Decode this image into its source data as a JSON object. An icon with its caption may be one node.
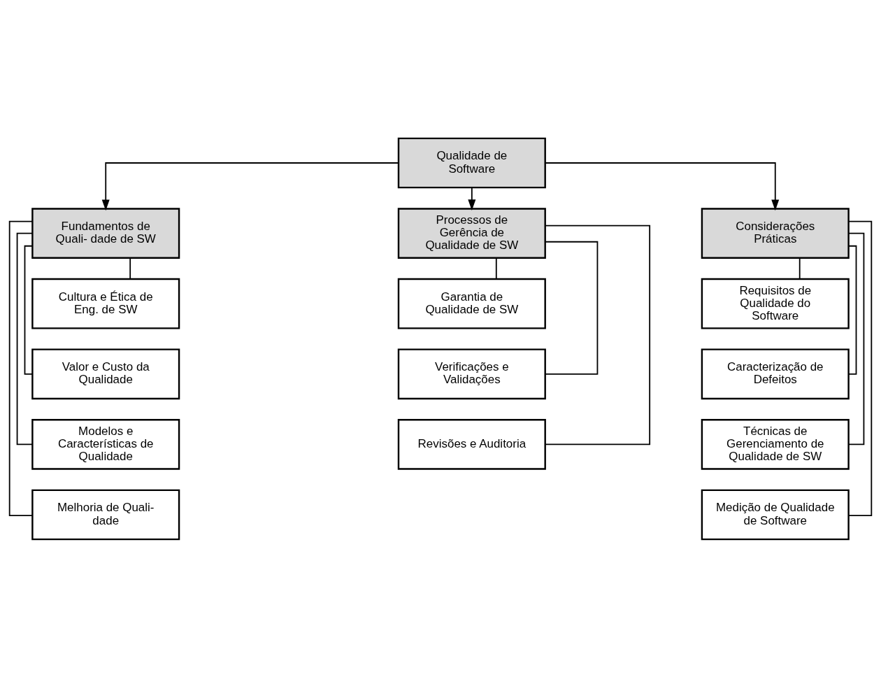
{
  "diagram": {
    "nodes": [
      {
        "text": [
          "Qualidade de Software"
        ]
      },
      {
        "text": [
          "Fundamentos de Quali- dade de SW"
        ]
      },
      {
        "text": [
          "Processos de Gerência de Qualidade de SW"
        ]
      },
      {
        "text": [
          "Considerações Práticas"
        ]
      },
      {
        "text": [
          "Cultura e Ética de Eng. de SW"
        ]
      },
      {
        "text": [
          "Valor e Custo da Qualidade"
        ]
      },
      {
        "text": [
          "Modelos e Características de Qualidade"
        ]
      },
      {
        "text": [
          "Melhoria de Quali- dade"
        ]
      },
      {
        "text": [
          "Garantia de Qualidade de SW"
        ]
      },
      {
        "text": [
          "Verificações e Validações"
        ]
      },
      {
        "text": [
          "Revisões e Auditoria"
        ]
      },
      {
        "text": [
          "Requisitos de Qualidade do Software"
        ]
      },
      {
        "text": [
          "Caracterização de Defeitos"
        ]
      },
      {
        "text": [
          "Técnicas de Gerenciamento de Qualidade de SW"
        ]
      },
      {
        "text": [
          "Medição de Qualidade de Software"
        ]
      }
    ],
    "edges": [
      {
        "from": 0,
        "to": 1,
        "arrow": "to"
      },
      {
        "from": 0,
        "to": 2,
        "arrow": "to"
      },
      {
        "from": 0,
        "to": 3,
        "arrow": "to"
      },
      {
        "from": 1,
        "to": 4,
        "arrow": "none"
      },
      {
        "from": 1,
        "to": 5,
        "arrow": "none"
      },
      {
        "from": 1,
        "to": 6,
        "arrow": "none"
      },
      {
        "from": 1,
        "to": 7,
        "arrow": "none"
      },
      {
        "from": 2,
        "to": 8,
        "arrow": "none"
      },
      {
        "from": 2,
        "to": 9,
        "arrow": "none"
      },
      {
        "from": 2,
        "to": 10,
        "arrow": "none"
      },
      {
        "from": 3,
        "to": 11,
        "arrow": "none"
      },
      {
        "from": 3,
        "to": 12,
        "arrow": "none"
      },
      {
        "from": 3,
        "to": 13,
        "arrow": "none"
      },
      {
        "from": 3,
        "to": 14,
        "arrow": "none"
      }
    ]
  }
}
